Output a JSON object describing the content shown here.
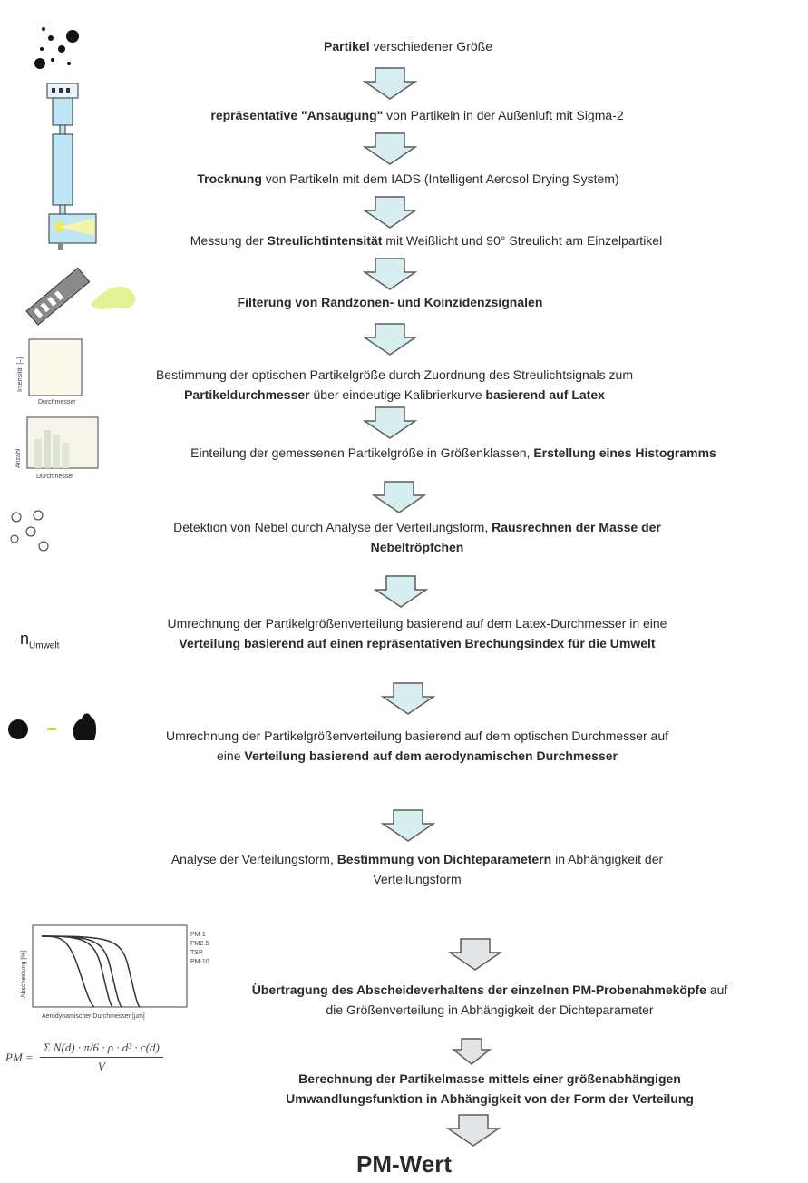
{
  "steps": [
    {
      "parts": [
        {
          "t": "Partikel",
          "b": true
        },
        {
          "t": " verschiedener Größe",
          "b": false
        }
      ]
    },
    {
      "parts": [
        {
          "t": "repräsentative \"Ansaugung\"",
          "b": true
        },
        {
          "t": " von Partikeln in der Außenluft mit Sigma-2",
          "b": false
        }
      ]
    },
    {
      "parts": [
        {
          "t": "Trocknung",
          "b": true
        },
        {
          "t": " von Partikeln mit dem IADS (Intelligent Aerosol Drying System)",
          "b": false
        }
      ]
    },
    {
      "parts": [
        {
          "t": "Messung der ",
          "b": false
        },
        {
          "t": "Streulichtintensität",
          "b": true
        },
        {
          "t": " mit Weißlicht und 90° Streulicht am Einzelpartikel",
          "b": false
        }
      ]
    },
    {
      "parts": [
        {
          "t": "Filterung von Randzonen- und Koinzidenzsignalen",
          "b": true
        }
      ]
    },
    {
      "parts": [
        {
          "t": "Bestimmung der optischen Partikelgröße durch Zuordnung des Streulichtsignals zum ",
          "b": false
        },
        {
          "t": "Partikeldurchmesser",
          "b": true
        },
        {
          "t": " über eindeutige Kalibrierkurve ",
          "b": false
        },
        {
          "t": "basierend auf Latex",
          "b": true
        }
      ]
    },
    {
      "parts": [
        {
          "t": "Einteilung der gemessenen Partikelgröße in Größenklassen, ",
          "b": false
        },
        {
          "t": "Erstellung eines Histogramms",
          "b": true
        }
      ]
    },
    {
      "parts": [
        {
          "t": "Detektion von Nebel durch Analyse der Verteilungsform, ",
          "b": false
        },
        {
          "t": "Rausrechnen der Masse der Nebeltröpfchen",
          "b": true
        }
      ]
    },
    {
      "parts": [
        {
          "t": "Umrechnung der Partikelgrößenverteilung basierend auf dem Latex-Durchmesser in eine ",
          "b": false
        },
        {
          "t": "Verteilung basierend auf einen repräsentativen Brechungsindex für die Umwelt",
          "b": true
        }
      ]
    },
    {
      "parts": [
        {
          "t": "Umrechnung der Partikelgrößenverteilung basierend auf dem optischen Durchmesser auf eine ",
          "b": false
        },
        {
          "t": "Verteilung basierend auf dem aerodynamischen Durchmesser",
          "b": true
        }
      ]
    },
    {
      "parts": [
        {
          "t": "Analyse der Verteilungsform, ",
          "b": false
        },
        {
          "t": "Bestimmung von Dichteparametern",
          "b": true
        },
        {
          "t": " in Abhängigkeit der Verteilungsform",
          "b": false
        }
      ]
    },
    {
      "parts": [
        {
          "t": "Übertragung des Abscheideverhaltens der einzelnen PM-Probenahmeköpfe",
          "b": true
        },
        {
          "t": " auf die Größenverteilung in Abhängigkeit der Dichteparameter",
          "b": false
        }
      ]
    },
    {
      "parts": [
        {
          "t": "Berechnung der Partikelmasse mittels einer größenabhängigen Umwandlungsfunktion in Abhängigkeit von der Form der Verteilung",
          "b": true
        }
      ]
    }
  ],
  "final_label": "PM-Wert",
  "icons": {
    "n_symbol": "n",
    "n_subscript": "Umwelt",
    "calib_ylabel": "Intensität [–]",
    "calib_xlabel": "Durchmesser",
    "hist_ylabel": "Anzahl",
    "hist_xlabel": "Durchmesser",
    "sep_ylabel": "Abscheidung [%]",
    "sep_xlabel": "Aerodynamischer Durchmesser [µm]",
    "sep_legend": [
      "PM-1",
      "PM2.5",
      "TSP",
      "PM-10"
    ],
    "formula_lhs": "PM =",
    "formula_num": "Σ N(d) · π/6 · ρ · d³ · c(d)",
    "formula_den": "V"
  },
  "colors": {
    "arrow_fill": "#d6eef0",
    "arrow_stroke": "#5c5c5c",
    "arrow_fill_gray": "#e2e4e6",
    "text": "#2a2a2a"
  }
}
